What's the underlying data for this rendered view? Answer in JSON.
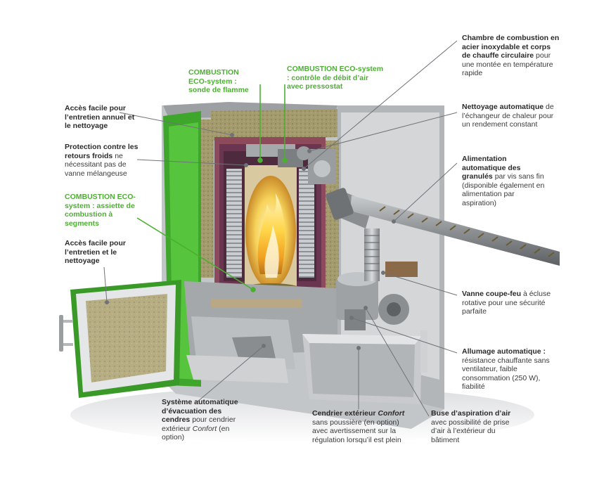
{
  "labels": {
    "chambre": {
      "bold": "Chambre de combustion en acier inoxydable et corps de chauffe circulaire",
      "normal": "pour une montée en température rapide"
    },
    "nettoyage_auto": {
      "bold": "Nettoyage automatique",
      "normal": "de l’échangeur de chaleur pour un rendement constant"
    },
    "alimentation": {
      "bold": "Alimentation automatique des granulés",
      "normal": "par vis sans fin (disponible également en alimentation par aspiration)"
    },
    "vanne": {
      "bold": "Vanne coupe-feu",
      "normal": "à écluse rotative pour une sécurité parfaite"
    },
    "allumage": {
      "bold": "Allumage automatique :",
      "normal": "résistance chauffante sans ventilateur, faible consommation (250 W), fiabilité"
    },
    "buse": {
      "bold": "Buse d’aspiration d’air",
      "normal": "avec possibilité de prise d’air à l’extérieur du bâtiment"
    },
    "cendrier": {
      "bold": "Cendrier extérieur",
      "bold_italic": "Confort",
      "normal": "sans poussière (en option) avec avertissement sur la régulation lorsqu’il est plein"
    },
    "evacuation": {
      "bold": "Système automatique d’évacuation des cendres",
      "normal1": "pour cendrier extérieur",
      "italic": "Confort",
      "normal2": "(en option)"
    },
    "acces_nettoyage": {
      "bold": "Accès facile pour l’entretien et le nettoyage"
    },
    "assiette": {
      "green": "COMBUSTION ECO-system : assiette de combustion à segments"
    },
    "protection": {
      "bold": "Protection contre les retours froids",
      "normal": "ne nécessitant pas de vanne mélangeuse"
    },
    "acces_annuel": {
      "bold": "Accès facile pour l’entretien annuel et le nettoyage"
    },
    "sonde": {
      "green": "COMBUSTION ECO-system : sonde de flamme"
    },
    "controle": {
      "green": "COMBUSTION ECO-system : contrôle de débit d’air avec pressostat"
    }
  },
  "colors": {
    "accent_green": "#4caf32",
    "leader_line": "#6f7378",
    "casing": "#b9bcc0",
    "insulation": "#9c9367"
  }
}
